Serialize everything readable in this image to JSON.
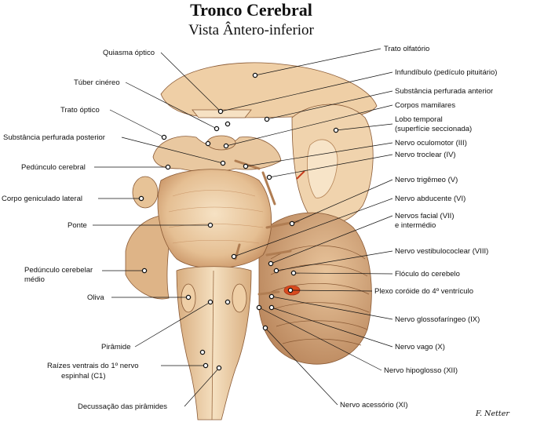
{
  "title": "Tronco Cerebral",
  "subtitle": "Vista Ântero-inferior",
  "signature": "F. Netter",
  "labels": {
    "trato_olfatorio": "Trato olfatório",
    "infundibulo": "Infundíbulo (pedículo pituitário)",
    "subst_perfurada_anterior": "Substância perfurada anterior",
    "corpos_mamilares": "Corpos mamilares",
    "lobo_temporal_1": "Lobo temporal",
    "lobo_temporal_2": "(superfície seccionada)",
    "nervo_oculomotor": "Nervo oculomotor (III)",
    "nervo_troclear": "Nervo troclear (IV)",
    "nervo_trigemeo": "Nervo trigêmeo (V)",
    "nervo_abducente": "Nervo abducente (VI)",
    "nervos_facial_1": "Nervos facial (VII)",
    "nervos_facial_2": "e intermédio",
    "nervo_vestibulococlear": "Nervo vestibulococlear (VIII)",
    "floculo": "Flóculo do cerebelo",
    "plexo_coroide": "Plexo coróide do 4º ventrículo",
    "nervo_glossofaringeo": "Nervo glossofaríngeo (IX)",
    "nervo_vago": "Nervo vago (X)",
    "nervo_hipoglosso": "Nervo hipoglosso (XII)",
    "nervo_acessorio": "Nervo acessório (XI)",
    "quiasma_optico": "Quiasma óptico",
    "tuber_cinereo": "Túber cinéreo",
    "trato_optico": "Trato óptico",
    "subst_perfurada_posterior": "Substância perfurada posterior",
    "peduncolo_cerebral": "Pedúnculo cerebral",
    "corpo_geniculado": "Corpo geniculado lateral",
    "ponte": "Ponte",
    "peduncolo_cerebelar_1": "Pedúnculo cerebelar",
    "peduncolo_cerebelar_2": "médio",
    "oliva": "Oliva",
    "piramide": "Pirâmide",
    "raizes_ventrais_1": "Raízes ventrais do 1º nervo",
    "raizes_ventrais_2": "espinhal (C1)",
    "decussacao": "Decussação das pirâmides"
  },
  "colors": {
    "tissue_light": "#f3d9b4",
    "tissue_mid": "#e2b98b",
    "tissue_dark": "#b98558",
    "outline": "#8a5a35",
    "plexus": "#d84a1e",
    "leader": "#111111"
  }
}
